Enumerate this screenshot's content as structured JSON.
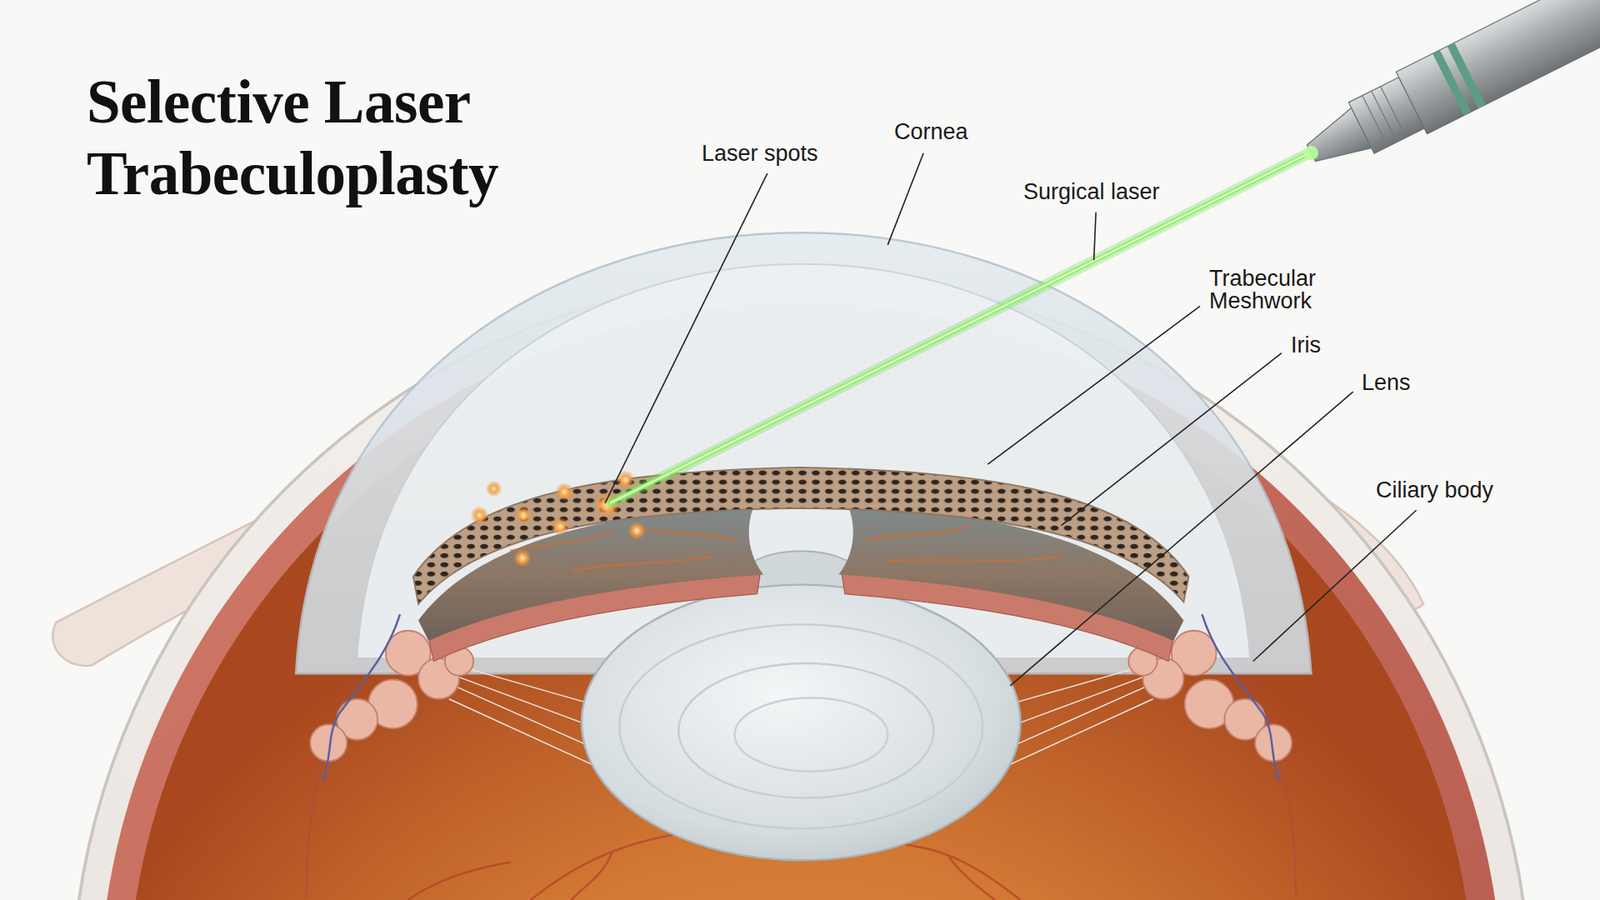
{
  "diagram": {
    "title": "Selective Laser Trabeculoplasty",
    "labels": [
      "Laser spots",
      "Cornea",
      "Surgical laser",
      "Trabecular Meshwork",
      "Iris",
      "Lens",
      "Ciliary body"
    ]
  }
}
